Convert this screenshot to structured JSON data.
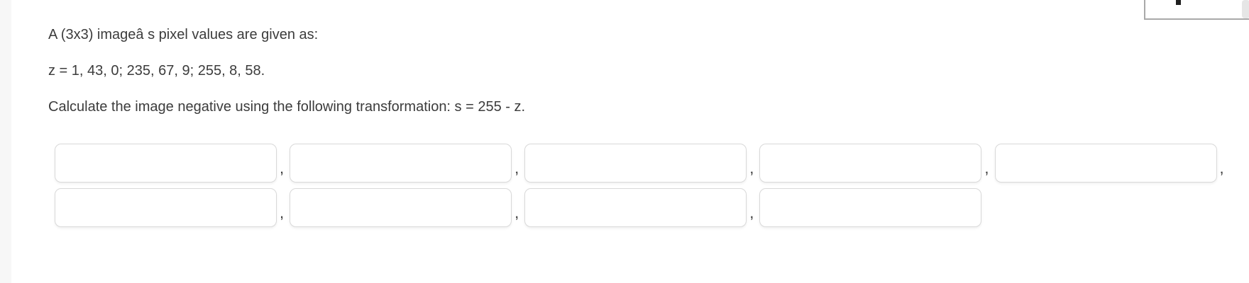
{
  "question": {
    "line1": "A (3x3) imageâ s pixel values are given as:",
    "line2": "z = 1, 43, 0; 235, 67, 9; 255, 8, 58.",
    "line3": "Calculate the image negative using the following transformation: s = 255 - z."
  },
  "answers": {
    "separator": ",",
    "input_value": "",
    "row1_count": 5,
    "row2_count": 4,
    "total_inputs": 9
  },
  "icons": {
    "popup_dot": "menu-ellipsis-dot"
  },
  "colors": {
    "text": "#3c3c3c",
    "input_border": "#d9d9d9",
    "popup_border": "#a9a9a9",
    "popup_dot": "#1f1f1f",
    "scrollbar_thumb": "#e6e6e6",
    "left_gutter": "#f7f7f7"
  }
}
